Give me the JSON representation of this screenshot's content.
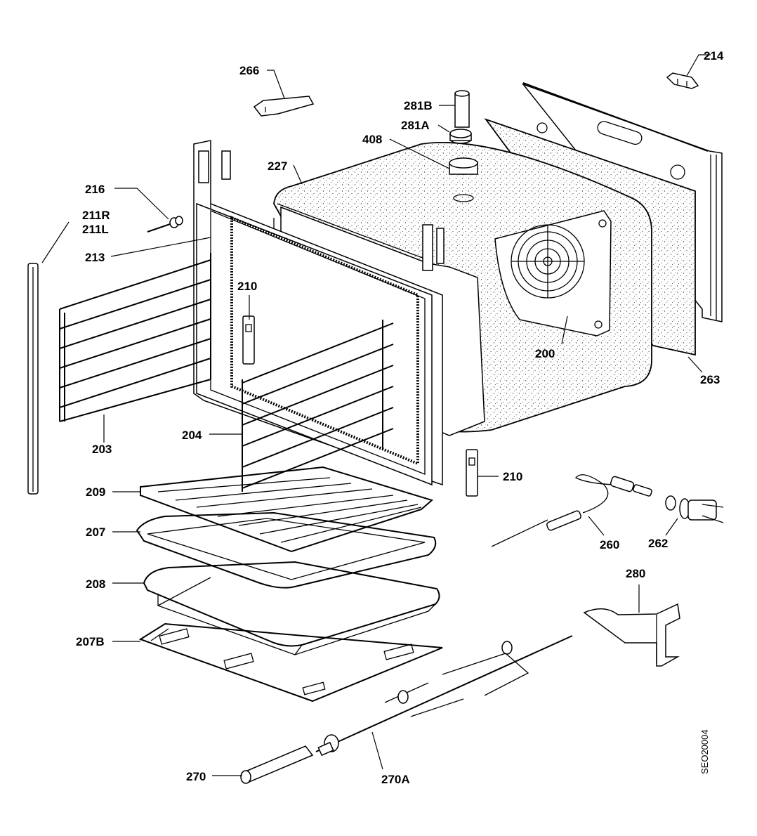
{
  "diagram": {
    "doc_code": "SEO20004",
    "labels": {
      "p266": "266",
      "p214": "214",
      "p281B": "281B",
      "p281A": "281A",
      "p408": "408",
      "p227": "227",
      "p216": "216",
      "p211R": "211R",
      "p211L": "211L",
      "p213": "213",
      "p210a": "210",
      "p200": "200",
      "p263": "263",
      "p203": "203",
      "p204": "204",
      "p210b": "210",
      "p209": "209",
      "p207": "207",
      "p260": "260",
      "p262": "262",
      "p208": "208",
      "p280": "280",
      "p207B": "207B",
      "p270": "270",
      "p270A": "270A"
    }
  }
}
